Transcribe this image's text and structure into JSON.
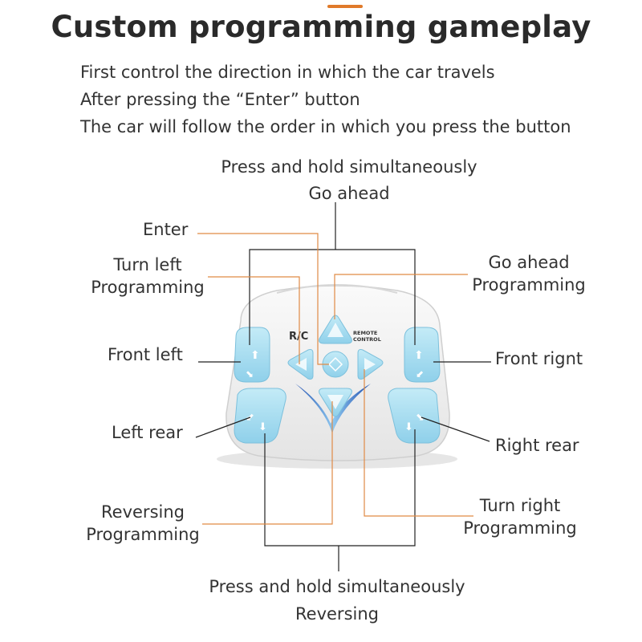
{
  "title": "Custom programming gameplay",
  "intro": [
    "First control the direction in which the car travels",
    "After pressing the “Enter” button",
    "The car will follow the order in which you press the button"
  ],
  "labels": {
    "hold_ahead": [
      "Press and hold simultaneously",
      "Go ahead"
    ],
    "enter": "Enter",
    "turn_left_prog": [
      "Turn left",
      "Programming"
    ],
    "go_ahead_prog": [
      "Go ahead",
      "Programming"
    ],
    "front_left": "Front left",
    "front_right": "Front rignt",
    "left_rear": "Left rear",
    "right_rear": "Right rear",
    "reversing_prog": [
      "Reversing",
      "Programming"
    ],
    "turn_right_prog": [
      "Turn right",
      "Programming"
    ],
    "hold_reverse": [
      "Press and hold simultaneously",
      "Reversing"
    ]
  },
  "remote": {
    "brand": "R/C",
    "tag_line1": "REMOTE",
    "tag_line2": "CONTROL"
  },
  "colors": {
    "orange_line": "#e08a45",
    "black_line": "#222222",
    "button_blue": "#a9dcef",
    "remote_body": "#f2f2f2"
  }
}
